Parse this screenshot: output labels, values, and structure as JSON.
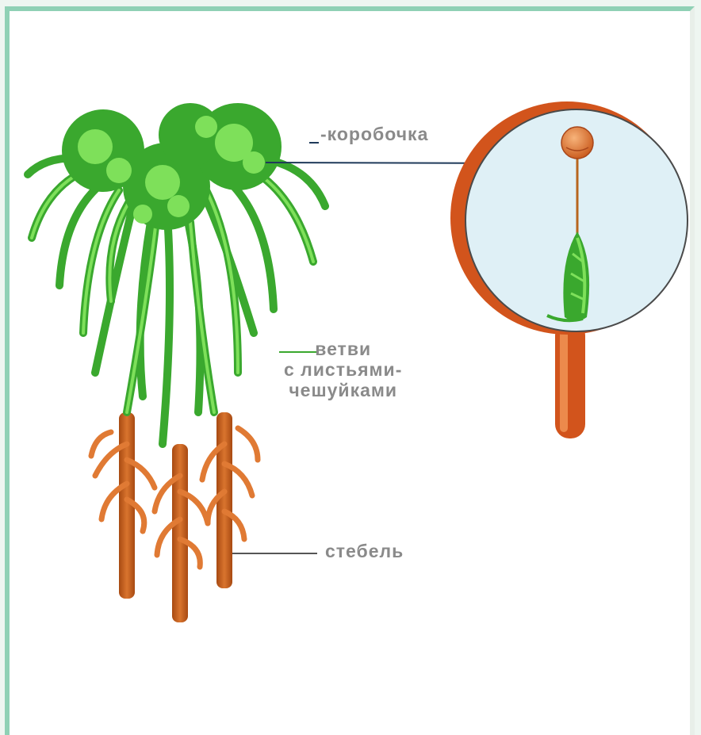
{
  "labels": {
    "capsule": "-коробочка",
    "branches_line1": "ветви",
    "branches_line2": "с листьями-",
    "branches_line3": "чешуйками",
    "stem": "стебель"
  },
  "colors": {
    "foliage_dark": "#3aa82e",
    "foliage_light": "#7ee05a",
    "stem_brown": "#c8641e",
    "root_orange": "#e07a34",
    "lens_fill": "#dff0f6",
    "lens_rim": "#d2541c",
    "leader_line": "#1f3a5a",
    "label_gray": "#8a8a8a",
    "frame_teal": "#8fd1b5"
  }
}
